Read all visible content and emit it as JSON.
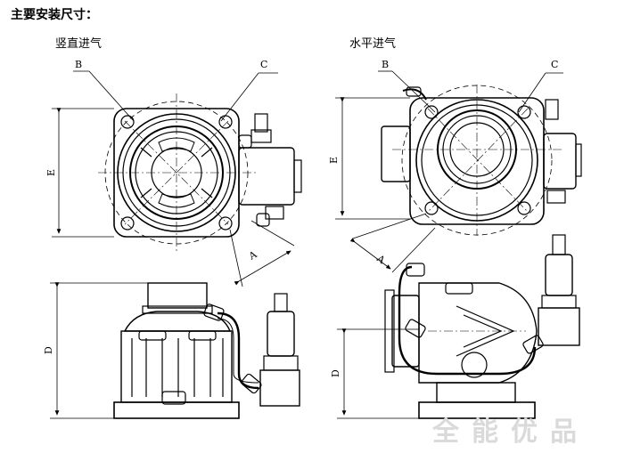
{
  "heading": "主要安装尺寸：",
  "views": {
    "vertical": {
      "title": "竖直进气"
    },
    "horizontal": {
      "title": "水平进气"
    }
  },
  "labels": {
    "b": "B",
    "c": "C",
    "e": "E",
    "a": "A",
    "d": "D"
  },
  "watermark": "全能优品"
}
